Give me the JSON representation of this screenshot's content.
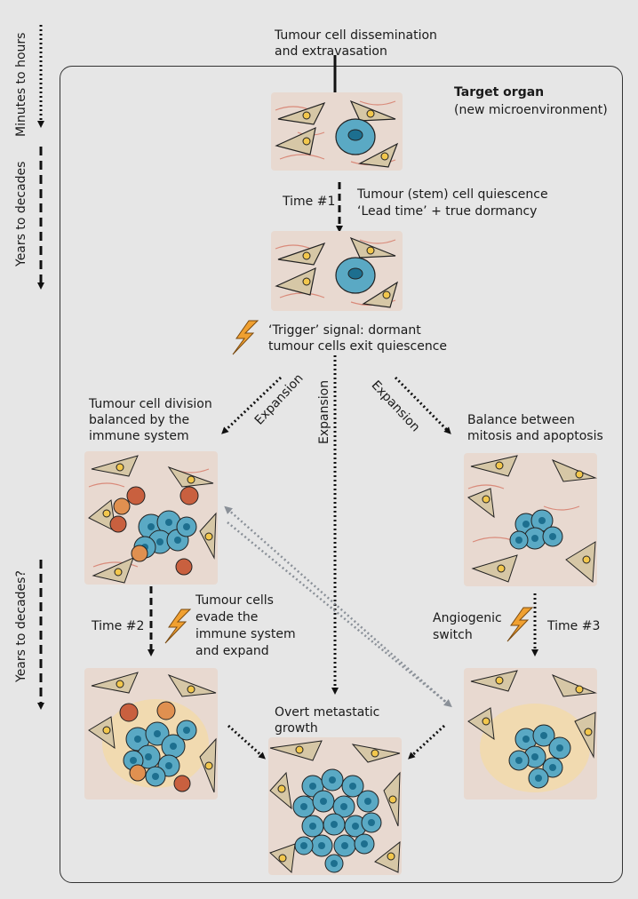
{
  "timescale": {
    "minutes_to_hours": "Minutes to hours",
    "years_to_decades": "Years to decades",
    "years_to_decades_q": "Years to decades?"
  },
  "steps": {
    "dissemination": [
      "Tumour cell dissemination",
      "and extravasation"
    ],
    "target_organ_title": "Target organ",
    "target_organ_sub": "(new microenvironment)",
    "time1": "Time #1",
    "quiescence": [
      "Tumour (stem) cell quiescence",
      "‘Lead time’ + true dormancy"
    ],
    "trigger": [
      "‘Trigger’ signal: dormant",
      "tumour cells exit quiescence"
    ],
    "expansion": "Expansion",
    "immune_balance": [
      "Tumour cell division",
      "balanced by the",
      "immune system"
    ],
    "mitosis_balance": [
      "Balance between",
      "mitosis and apoptosis"
    ],
    "time2": "Time #2",
    "evade": [
      "Tumour cells",
      "evade the",
      "immune system",
      "and expand"
    ],
    "angiogenic": [
      "Angiogenic",
      "switch"
    ],
    "time3": "Time #3",
    "overt": [
      "Overt metastatic",
      "growth"
    ]
  },
  "colors": {
    "background": "#e6e6e6",
    "stroma_cell": "#d6c7a6",
    "nucleus": "#f2c74d",
    "tumour_cell": "#5aa9c4",
    "tumour_nucleus": "#1d6f8f",
    "immune_cell": "#c9603f",
    "fibre": "#d98a7a",
    "bolt": "#f0a030",
    "grey_arrow": "#8a9098"
  },
  "icons": [
    "lightning-bolt-icon",
    "dashed-arrow-icon",
    "dotted-arrow-icon"
  ]
}
